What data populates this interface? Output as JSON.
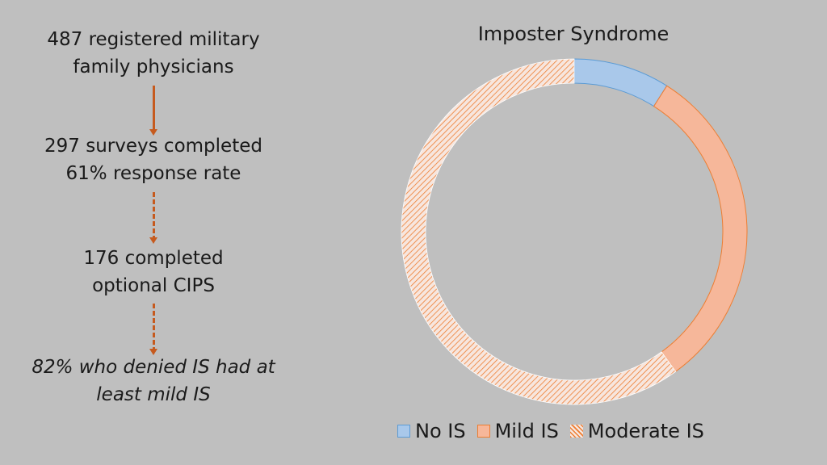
{
  "flow": {
    "step1": [
      "487 registered military",
      "family physicians"
    ],
    "step2": [
      "297 surveys completed",
      "61% response rate"
    ],
    "step3": [
      "176 completed",
      "optional CIPS"
    ],
    "step4": [
      "82% who denied IS had at",
      "least mild IS"
    ]
  },
  "colors": {
    "arrow": "#c65a1e",
    "no_is_fill": "#a9c8ea",
    "no_is_stroke": "#5b9bd5",
    "mild_is_fill": "#f6b79a",
    "mild_is_stroke": "#ed7d31",
    "moderate_is_hatch": "#ed7d31",
    "moderate_is_bg": "#f7e6de"
  },
  "chart_data": {
    "type": "pie",
    "title": "Imposter Syndrome",
    "donut": true,
    "categories": [
      "No IS",
      "Mild IS",
      "Moderate IS"
    ],
    "values": [
      9,
      31,
      60
    ],
    "legend_position": "bottom"
  }
}
